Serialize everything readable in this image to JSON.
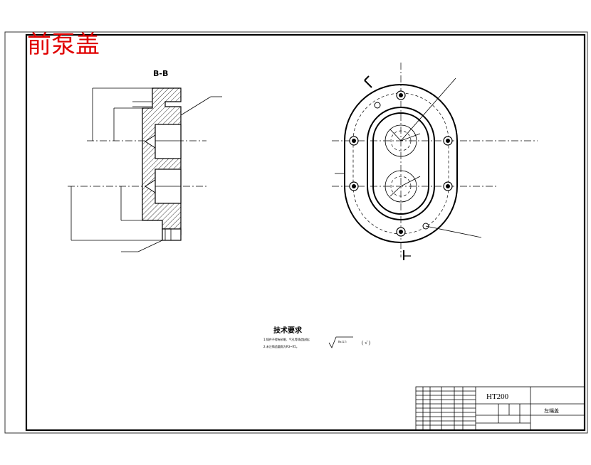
{
  "title": "前泵盖",
  "section_view": {
    "label": "B-B"
  },
  "tech_requirements": {
    "heading": "技术要求",
    "items": [
      "1.铸件不得有砂眼、气孔等铸造缺陷;",
      "2.未注铸造圆角为R3~R5。"
    ],
    "roughness_note": "Ra12.5",
    "roughness_paren": "( √ )"
  },
  "title_block": {
    "material": "HT200",
    "part_name": "左端盖"
  }
}
